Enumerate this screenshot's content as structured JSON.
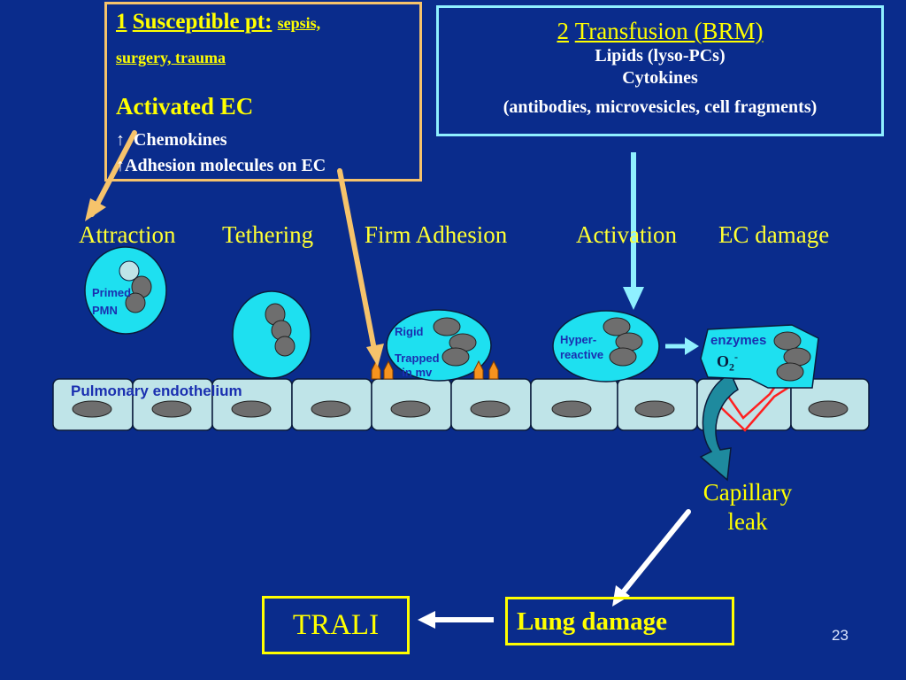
{
  "box1": {
    "num": "1",
    "title": "Susceptible pt:",
    "sub_a": "sepsis,",
    "sub_b": "surgery, trauma",
    "heading": "Activated EC",
    "item1": "↑  Chemokines",
    "item2": "↑Adhesion molecules on EC"
  },
  "box2": {
    "num": "2",
    "title": "Transfusion (BRM)",
    "line1": "Lipids (lyso-PCs)",
    "line2": "Cytokines",
    "line3": "(antibodies, microvesicles, cell fragments)"
  },
  "stages": {
    "attraction": "Attraction",
    "tethering": "Tethering",
    "firm": "Firm Adhesion",
    "activation": "Activation",
    "ec_damage": "EC damage"
  },
  "labels": {
    "primed_a": "Primed",
    "primed_b": "PMN",
    "rigid": "Rigid",
    "trapped_a": "Trapped",
    "trapped_b": "in mv",
    "hyper_a": "Hyper-",
    "hyper_b": "reactive",
    "enzymes": "enzymes",
    "o2": "O",
    "o2_sub": "2",
    "o2_sup": "-",
    "endothelium": "Pulmonary endothelium"
  },
  "capillary": {
    "line1": "Capillary",
    "line2": "leak"
  },
  "trali": "TRALI",
  "lung_damage": "Lung damage",
  "page_number": "23",
  "colors": {
    "background": "#0a2c8c",
    "cell_fill": "#1ee0f0",
    "endothelium_fill": "#bfe4e8",
    "nucleus": "#6e6e6e",
    "yellow": "#ffff00",
    "orange_border": "#f6c36b",
    "cyan_border": "#8ff0ff",
    "red": "#ff2020"
  }
}
